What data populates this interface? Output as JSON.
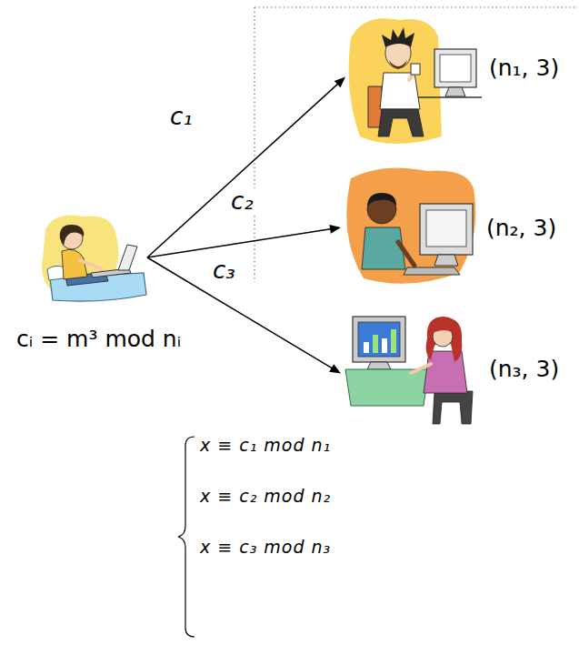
{
  "diagram": {
    "nodes": [
      {
        "text": [
          "cᵢ = m³ mod nᵢ"
        ]
      },
      {
        "text": [
          "(n₁, 3)"
        ]
      },
      {
        "text": [
          "(n₂, 3)"
        ]
      },
      {
        "text": [
          "(n₃, 3)"
        ]
      }
    ],
    "edges": [
      {
        "from": 0,
        "to": 1,
        "arrow": "to",
        "label": "c₁"
      },
      {
        "from": 0,
        "to": 2,
        "arrow": "to",
        "label": "c₂"
      },
      {
        "from": 0,
        "to": 3,
        "arrow": "to",
        "label": "c₃"
      }
    ],
    "labels": [
      "x ≡ c₁ mod n₁",
      "x ≡ c₂ mod n₂",
      "x ≡ c₃ mod n₃"
    ]
  }
}
